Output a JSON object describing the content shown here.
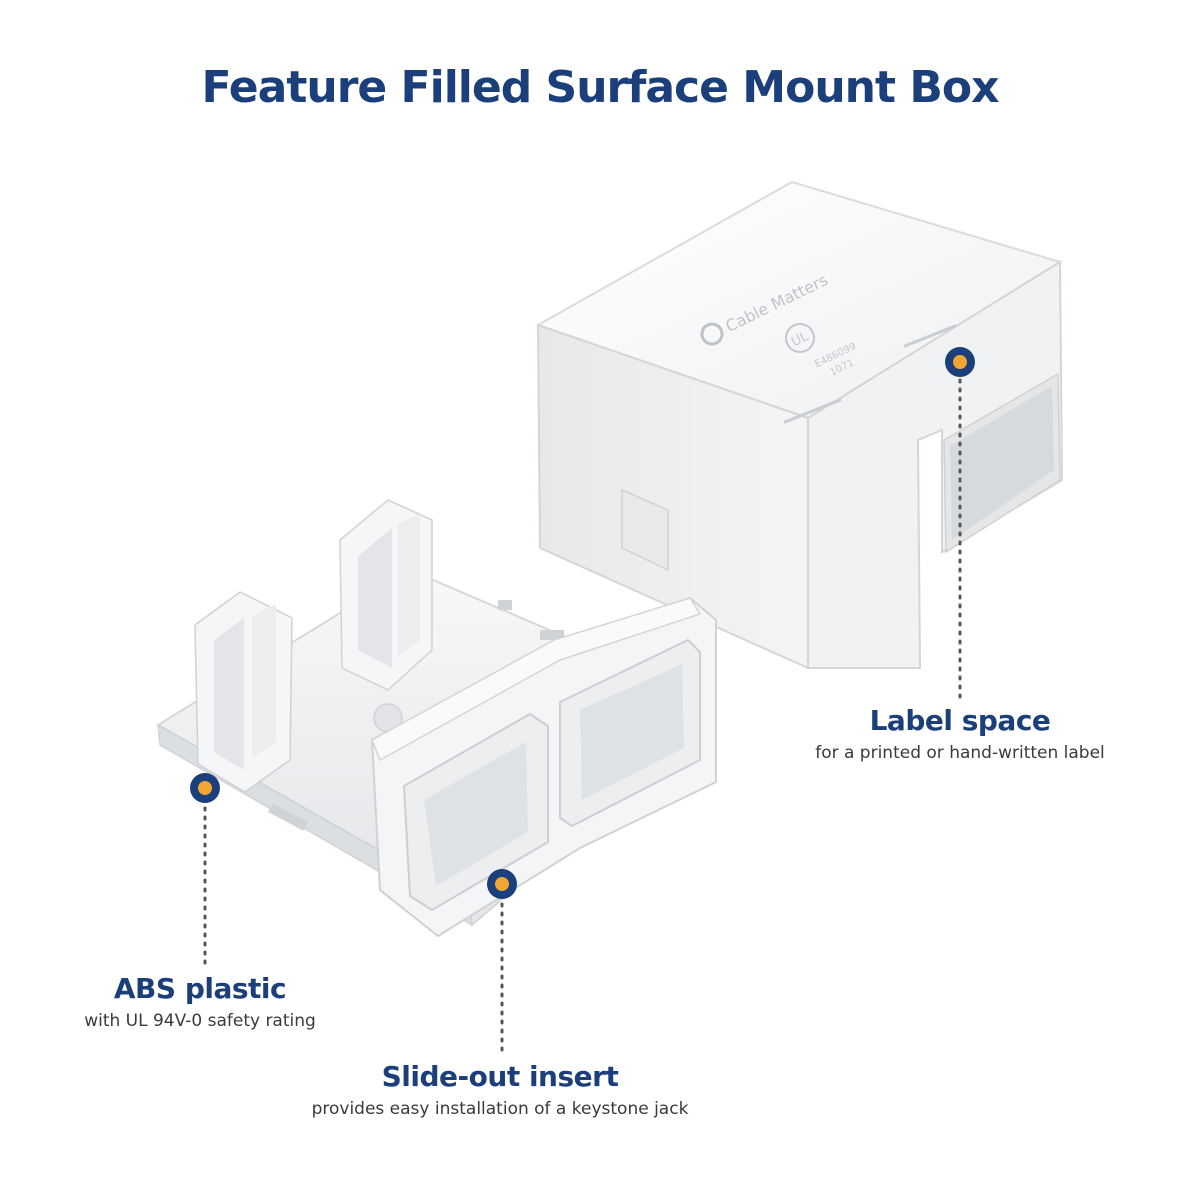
{
  "title": "Feature Filled Surface Mount Box",
  "product_markings": {
    "brand": "Cable Matters",
    "cert_mark": "UL",
    "cert_codes": [
      "E486099",
      "1071"
    ]
  },
  "callouts": [
    {
      "id": "label-space",
      "heading": "Label space",
      "description": "for a printed or hand-written label"
    },
    {
      "id": "abs-plastic",
      "heading": "ABS plastic",
      "description": "with UL 94V-0 safety rating"
    },
    {
      "id": "slide-out-insert",
      "heading": "Slide-out insert",
      "description": "provides easy installation of a keystone jack"
    }
  ],
  "colors": {
    "heading": "#1b3f7a",
    "marker_fill": "#f2a531",
    "marker_ring": "#1b3f7a",
    "leader_line": "#555555"
  }
}
